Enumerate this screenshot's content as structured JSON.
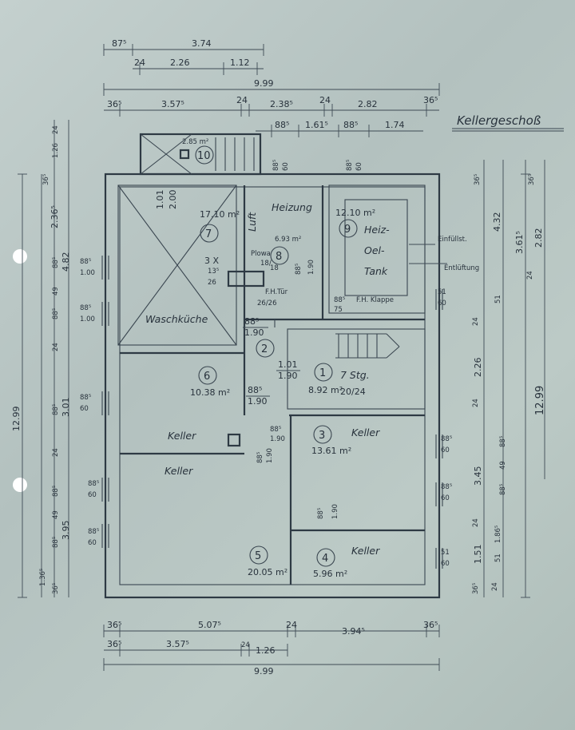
{
  "sheet_title": "Kellergeschoß",
  "dims_top": {
    "r1_a": "87⁵",
    "r1_b": "3.74",
    "r2_a": "24",
    "r2_b": "2.26",
    "r2_c": "1.12",
    "r3_total": "9.99",
    "r4_a": "36⁵",
    "r4_b": "3.57⁵",
    "r4_c": "24",
    "r4_d": "2.38⁵",
    "r4_e": "24",
    "r4_f": "2.82",
    "r4_g": "36⁵",
    "r5_a": "88⁵",
    "r5_b": "1.61⁵",
    "r5_c": "88⁵",
    "r5_d": "1.74"
  },
  "dims_bottom": {
    "r1_a": "36⁵",
    "r1_b": "5.07⁵",
    "r1_c": "24",
    "r1_d": "3.94⁵",
    "r1_e": "36⁵",
    "r2_a": "36⁵",
    "r2_b": "3.57⁵",
    "r2_c": "24",
    "r2_d": "1.26",
    "r3_total": "9.99"
  },
  "dims_left": {
    "total": "12.99",
    "a1": "24",
    "a2": "1.26",
    "a3": "36⁵",
    "a4": "2.36⁵",
    "a5": "4.82",
    "a6": "88⁵",
    "a7": "49",
    "a8": "88⁵",
    "a9": "24",
    "a10": "88⁵",
    "a11": "3.01",
    "a12": "24",
    "a13": "88⁵",
    "a14": "49",
    "a15": "88⁵",
    "a16": "3.95",
    "a17": "1.36⁵",
    "a18": "36⁵"
  },
  "dims_right": {
    "total": "12.99",
    "b1": "36⁵",
    "b2": "4.32",
    "b3": "36⁵",
    "b4": "3.61⁵",
    "b5": "2.82",
    "b6": "24",
    "b7": "51",
    "b8": "24",
    "b9": "2.26",
    "b10": "24",
    "b11": "3.45",
    "b12": "88⁵",
    "b13": "49",
    "b14": "88⁵",
    "b15": "24",
    "b16": "1.86⁵",
    "b17": "1.51",
    "b18": "51",
    "b19": "24",
    "b20": "36⁵"
  },
  "windows": {
    "w1": [
      "88⁵",
      "1.00"
    ],
    "w2": [
      "88⁵",
      "1.00"
    ],
    "w3": [
      "88⁵",
      "60"
    ],
    "w4": [
      "88⁵",
      "60"
    ],
    "w5": [
      "88⁵",
      "60"
    ],
    "w6": [
      "88⁵",
      "60"
    ],
    "w7": [
      "88⁵",
      "60"
    ],
    "w8": [
      "51",
      "60"
    ],
    "w9": [
      "51",
      "60"
    ]
  },
  "rooms": [
    {
      "num": "1",
      "area": "8.92 m²",
      "label": "7 Stg.",
      "sub": "20/24"
    },
    {
      "num": "2",
      "area": "",
      "label": ""
    },
    {
      "num": "3",
      "area": "13.61 m²",
      "label": "Keller"
    },
    {
      "num": "4",
      "area": "5.96 m²",
      "label": "Keller"
    },
    {
      "num": "5",
      "area": "20.05 m²",
      "label": "Keller"
    },
    {
      "num": "6",
      "area": "10.38 m²",
      "label": "Keller"
    },
    {
      "num": "7",
      "area": "17.10 m²",
      "label": "Waschküche"
    },
    {
      "num": "8",
      "area": "6.93 m²",
      "label": "Heizung"
    },
    {
      "num": "9",
      "area": "12.10 m²",
      "label": "Heiz-",
      "label2": "Oel-",
      "label3": "Tank"
    },
    {
      "num": "10",
      "area": "2.85 m²",
      "label": ""
    }
  ],
  "doors": {
    "d1": [
      "88⁵",
      "1.90"
    ],
    "d2": [
      "1.01",
      "1.90"
    ],
    "d3": [
      "88⁵",
      "1.90"
    ],
    "d4": [
      "88⁵",
      "1.90"
    ],
    "d5": [
      "88⁵",
      "1.90"
    ],
    "d6": [
      "88⁵",
      "1.90"
    ],
    "d7": [
      "88⁵",
      "1.90"
    ],
    "d8": [
      "1.01",
      "2.00"
    ],
    "d9": [
      "88⁵",
      "60"
    ],
    "d10": [
      "88⁵",
      "60"
    ],
    "d11": [
      "88⁵",
      "75"
    ]
  },
  "annotations": {
    "luft": "Luft",
    "einfuell": "Einfüllst.",
    "entlueftung": "Entlüftung",
    "fh_tuer": "F.H.Tür",
    "fh_tuer_size": "26/26",
    "fh_klappe": "F.H. Klappe",
    "plowa": "Plowa",
    "plowa_size": "18/",
    "plowa_size2": "18",
    "three_x": "3 X",
    "three_x_a": "13⁵",
    "three_x_b": "26"
  }
}
